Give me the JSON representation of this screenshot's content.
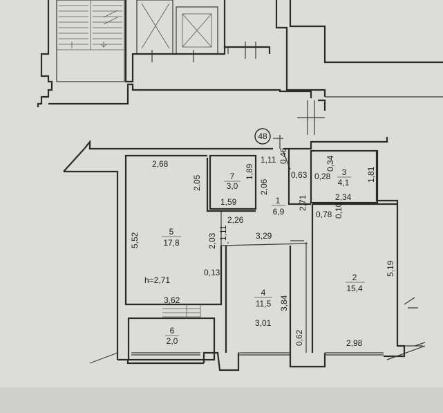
{
  "apartment_number": "48",
  "ceiling_height": "h=2,71",
  "rooms": [
    {
      "number": "1",
      "area": "6,9"
    },
    {
      "number": "2",
      "area": "15,4"
    },
    {
      "number": "3",
      "area": "4,1"
    },
    {
      "number": "4",
      "area": "11,5"
    },
    {
      "number": "5",
      "area": "17,8"
    },
    {
      "number": "6",
      "area": "2,0"
    },
    {
      "number": "7",
      "area": "3,0"
    }
  ],
  "dimensions": {
    "d_2_68": "2,68",
    "d_2_05": "2,05",
    "d_1_89": "1,89",
    "d_1_11_top": "1,11",
    "d_0_46": "0,46",
    "d_0_63": "0,63",
    "d_0_34": "0,34",
    "d_0_28": "0,28",
    "d_1_81": "1,81",
    "d_2_06": "2,06",
    "d_1_59": "1,59",
    "d_2_71": "2,71",
    "d_2_34": "2,34",
    "d_0_78": "0,78",
    "d_0_10": "0,10",
    "d_5_52": "5,52",
    "d_2_26": "2,26",
    "d_1_11_mid": "1,11",
    "d_2_03": "2,03",
    "d_3_29": "3,29",
    "d_5_19": "5,19",
    "d_0_13": "0,13",
    "d_3_62": "3,62",
    "d_3_84": "3,84",
    "d_3_01": "3,01",
    "d_0_62": "0,62",
    "d_2_98": "2,98"
  }
}
